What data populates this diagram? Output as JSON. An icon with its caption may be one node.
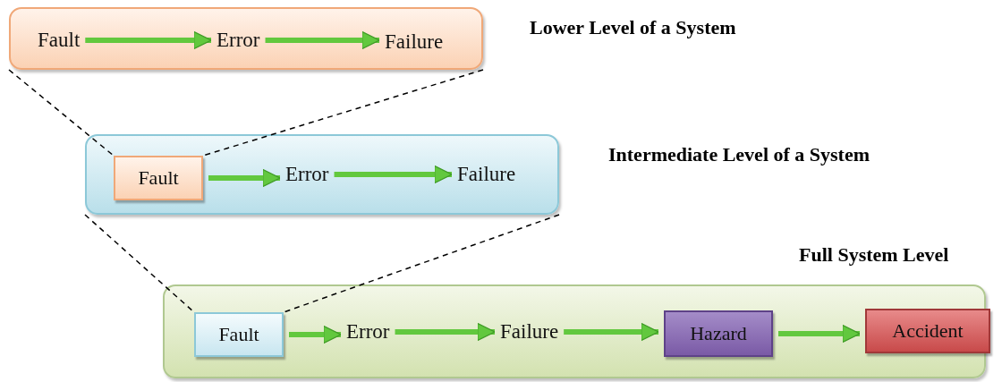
{
  "diagram": {
    "nodes": [
      {
        "text": [
          "Lower Level of a System"
        ]
      },
      {
        "text": [
          "Fault"
        ],
        "in": 0
      },
      {
        "text": [
          "Error"
        ],
        "in": 0
      },
      {
        "text": [
          "Failure"
        ],
        "in": 0
      },
      {
        "text": [
          "Intermediate Level of a System"
        ]
      },
      {
        "text": [
          "Fault"
        ],
        "in": 4
      },
      {
        "text": [
          "Error"
        ],
        "in": 4
      },
      {
        "text": [
          "Failure"
        ],
        "in": 4
      },
      {
        "text": [
          "Full System Level"
        ]
      },
      {
        "text": [
          "Fault"
        ],
        "in": 8
      },
      {
        "text": [
          "Error"
        ],
        "in": 8
      },
      {
        "text": [
          "Failure"
        ],
        "in": 8
      },
      {
        "text": [
          "Hazard"
        ],
        "in": 8
      },
      {
        "text": [
          "Accident"
        ],
        "in": 8
      }
    ],
    "edges": [
      {
        "from": 1,
        "to": 2,
        "arrow": "to"
      },
      {
        "from": 2,
        "to": 3,
        "arrow": "to"
      },
      {
        "from": 0,
        "to": 5,
        "arrow": "none",
        "style": "dashed",
        "color": "#000000"
      },
      {
        "from": 0,
        "to": 5,
        "arrow": "none",
        "style": "dashed",
        "color": "#000000"
      },
      {
        "from": 5,
        "to": 6,
        "arrow": "to"
      },
      {
        "from": 6,
        "to": 7,
        "arrow": "to"
      },
      {
        "from": 4,
        "to": 9,
        "arrow": "none",
        "style": "dashed",
        "color": "#000000"
      },
      {
        "from": 4,
        "to": 9,
        "arrow": "none",
        "style": "dashed",
        "color": "#000000"
      },
      {
        "from": 9,
        "to": 10,
        "arrow": "to"
      },
      {
        "from": 10,
        "to": 11,
        "arrow": "to"
      },
      {
        "from": 11,
        "to": 12,
        "arrow": "to"
      },
      {
        "from": 12,
        "to": 13,
        "arrow": "to"
      }
    ]
  }
}
